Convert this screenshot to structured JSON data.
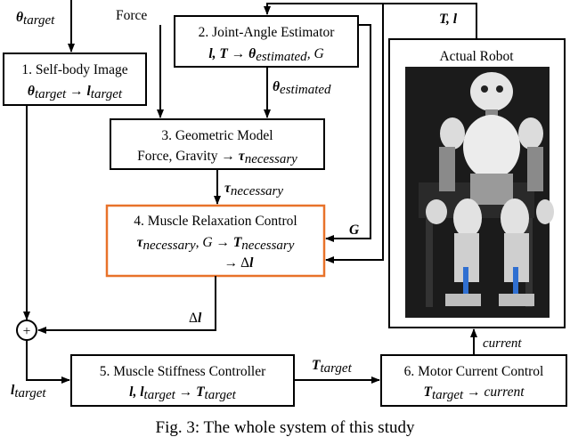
{
  "inputs": {
    "theta_target": "θtarget",
    "force": "Force"
  },
  "boxes": {
    "self_body": {
      "title": "1. Self-body Image",
      "formula": "θtarget → ltarget"
    },
    "joint_angle": {
      "title": "2. Joint-Angle Estimator",
      "formula": "l, T → θestimated, G"
    },
    "geometric": {
      "title": "3. Geometric Model",
      "formula": "Force, Gravity → τnecessary"
    },
    "muscle_relax": {
      "title": "4. Muscle Relaxation Control",
      "formula_line1": "τnecessary, G → Tnecessary",
      "formula_line2": "→ Δl"
    },
    "stiffness": {
      "title": "5. Muscle Stiffness Controller",
      "formula": "l, ltarget → Ttarget"
    },
    "motor": {
      "title": "6. Motor Current Control",
      "formula": "Ttarget → current"
    },
    "robot": {
      "title": "Actual Robot"
    }
  },
  "edges": {
    "T_l": "T, l",
    "theta_estimated": "θestimated",
    "tau_necessary": "τnecessary",
    "G": "G",
    "delta_l": "Δl",
    "l_target": "ltarget",
    "T_target": "Ttarget",
    "current": "current",
    "sum": "+"
  },
  "caption": "Fig. 3: The whole system of this study",
  "colors": {
    "accent_box": "#e8722a"
  }
}
